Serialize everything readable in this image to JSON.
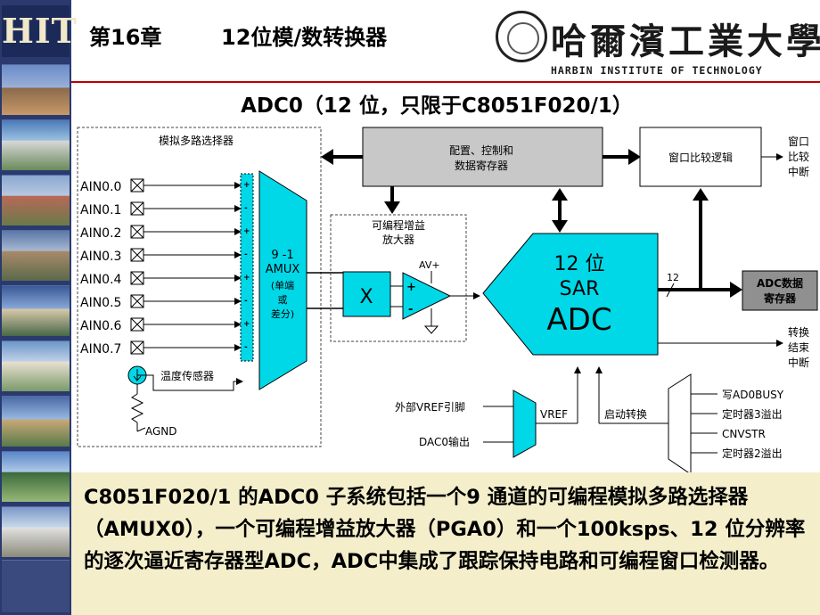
{
  "header": {
    "chapter": "第16章",
    "title": "12位模/数转换器",
    "logo_zh": "哈爾濱工業大學",
    "logo_en": "HARBIN INSTITUTE OF TECHNOLOGY",
    "sidebar_logo": "HIT"
  },
  "diagram": {
    "title": "ADC0（12 位，只限于C8051F020/1）",
    "mux_region_label": "模拟多路选择器",
    "inputs": [
      "AIN0.0",
      "AIN0.1",
      "AIN0.2",
      "AIN0.3",
      "AIN0.4",
      "AIN0.5",
      "AIN0.6",
      "AIN0.7"
    ],
    "temp_sensor": "温度传感器",
    "agnd": "AGND",
    "amux": {
      "line1": "9 -1",
      "line2": "AMUX",
      "line3": "(单端",
      "line4": "或",
      "line5": "差分)"
    },
    "config_block": {
      "line1": "配置、控制和",
      "line2": "数据寄存器"
    },
    "pga_label": {
      "line1": "可编程增益",
      "line2": "放大器"
    },
    "pga_x": "X",
    "avplus": "AV+",
    "adc": {
      "line1": "12 位",
      "line2": "SAR",
      "line3": "ADC"
    },
    "window_block": "窗口比较逻辑",
    "window_interrupt": [
      "窗口",
      "比较",
      "中断"
    ],
    "bus_width": "12",
    "adc_data_reg": {
      "line1": "ADC数据",
      "line2": "寄存器"
    },
    "conv_done": [
      "转换",
      "结束",
      "中断"
    ],
    "vref_ext": "外部VREF引脚",
    "dac_out": "DAC0输出",
    "vref": "VREF",
    "start_conv": "启动转换",
    "start_sources": [
      "写AD0BUSY",
      "定时器3溢出",
      "CNVSTR",
      "定时器2溢出"
    ]
  },
  "description": "C8051F020/1 的ADC0 子系统包括一个9 通道的可编程模拟多路选择器（AMUX0），一个可编程增益放大器（PGA0）和一个100ksps、12 位分辨率的逐次逼近寄存器型ADC，ADC中集成了跟踪保持电路和可编程窗口检测器。",
  "colors": {
    "accent": "#00d8e8",
    "block_gray": "#c8c8c8",
    "sidebar": "#2a3a6e",
    "band": "#f4eecb",
    "rule": "#c00000"
  }
}
